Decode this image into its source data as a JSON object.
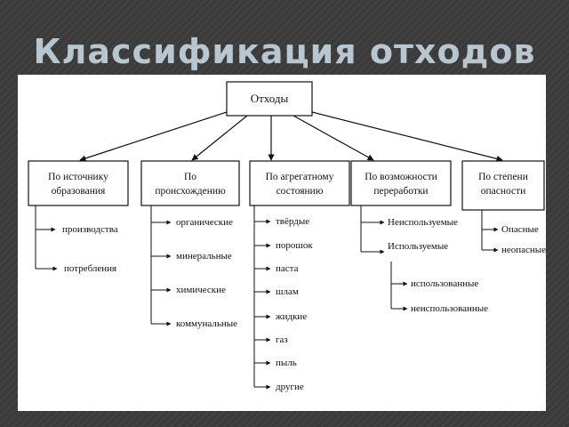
{
  "title": "Классификация отходов",
  "diagram": {
    "root": "Отходы",
    "categories": [
      {
        "label": [
          "По источнику",
          "образования"
        ],
        "items": [
          "производства",
          "потребления"
        ]
      },
      {
        "label": [
          "По",
          "происхождению"
        ],
        "items": [
          "органические",
          "минеральные",
          "химические",
          "коммунальные"
        ]
      },
      {
        "label": [
          "По агрегатному",
          "состоянию"
        ],
        "items": [
          "твёрдые",
          "порошок",
          "паста",
          "шлам",
          "жидкие",
          "газ",
          "пыль",
          "другие"
        ]
      },
      {
        "label": [
          "По возможности",
          "переработки"
        ],
        "items": [
          "Неиспользуемые",
          "Используемые"
        ],
        "subitems": [
          "использованные",
          "неиспользованные"
        ]
      },
      {
        "label": [
          "По степени",
          "опасности"
        ],
        "items": [
          "Опасные",
          "неопасные"
        ]
      }
    ]
  }
}
